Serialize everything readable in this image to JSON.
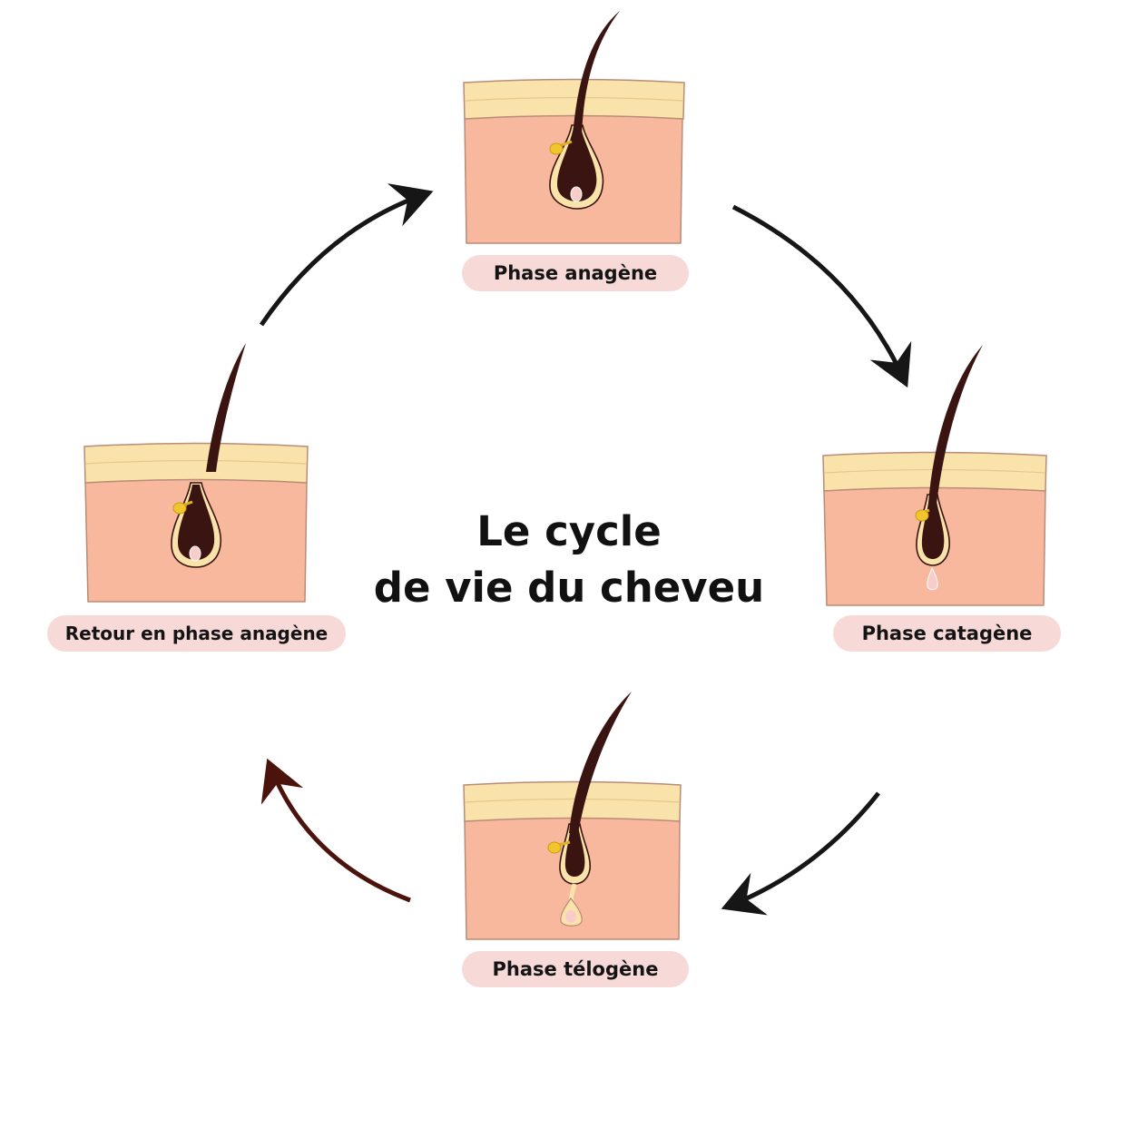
{
  "title": {
    "line1": "Le cycle",
    "line2": "de vie du cheveu"
  },
  "phases": [
    {
      "id": "anagen",
      "label": "Phase anagène"
    },
    {
      "id": "catagen",
      "label": "Phase catagène"
    },
    {
      "id": "telogen",
      "label": "Phase télogène"
    },
    {
      "id": "retour",
      "label": "Retour en phase anagène"
    }
  ],
  "colors": {
    "skin": "#f7b89d",
    "skin_outline": "#b98b78",
    "epidermis": "#f9e3aa",
    "hair": "#3a1410",
    "sebaceous": "#f1c62c",
    "papilla": "#f8ccc9",
    "label_bg": "#f7d9d8",
    "arrow_black": "#161616",
    "arrow_brown": "#4a140d"
  },
  "arrows": [
    {
      "name": "arrow-anagen-to-catagen",
      "color": "#161616"
    },
    {
      "name": "arrow-catagen-to-telogen",
      "color": "#161616"
    },
    {
      "name": "arrow-telogen-to-retour",
      "color": "#4a140d"
    },
    {
      "name": "arrow-retour-to-anagen",
      "color": "#161616"
    }
  ]
}
